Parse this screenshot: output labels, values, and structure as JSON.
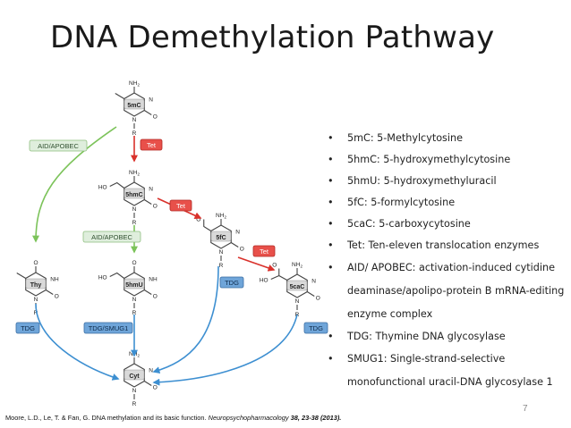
{
  "title": "DNA Demethylation Pathway",
  "molecules": {
    "m5c": "5mC",
    "m5hmc": "5hmC",
    "m5fc": "5fC",
    "m5cac": "5caC",
    "m5hmu": "5hmU",
    "thy": "Thy",
    "cyt": "Cyt"
  },
  "enzymes": {
    "aid_apobec_1": "AID/APOBEC",
    "tet_1": "Tet",
    "tet_2": "Tet",
    "tet_3": "Tet",
    "aid_apobec_2": "AID/APOBEC",
    "tdg_left": "TDG",
    "tdg_smug1": "TDG/SMUG1",
    "tdg_mid": "TDG",
    "tdg_right": "TDG"
  },
  "atoms": {
    "nh2": "NH",
    "nh2_sub": "2",
    "n": "N",
    "o": "O",
    "r": "R",
    "ho": "HO",
    "nh": "NH"
  },
  "bullets": [
    "5mC: 5-Methylcytosine",
    "5hmC: 5-hydroxymethylcytosine",
    "5hmU:  5-hydroxymethyluracil",
    "5fC: 5-formylcytosine",
    "5caC: 5-carboxycytosine",
    "Tet: Ten-eleven translocation enzymes",
    "AID/ APOBEC: activation-induced cytidine deaminase/apolipo-protein B mRNA-editing enzyme complex",
    "TDG: Thymine DNA glycosylase",
    "SMUG1: Single-strand-selective monofunctional uracil-DNA glycosylase 1"
  ],
  "page_number": "7",
  "citation": {
    "authors": "Moore, L.D., Le, T. & Fan, G. DNA methylation and its basic function.",
    "journal": "Neuropsychopharmacology",
    "volume": "38, 23-38 (2013)."
  },
  "colors": {
    "green_arrow": "#7cc35a",
    "red_arrow": "#d9312b",
    "blue_arrow": "#3d8fd1",
    "green_label_bg": "#dfeedd",
    "red_label_bg": "#e8504a",
    "blue_label_bg": "#6fa5d9"
  }
}
